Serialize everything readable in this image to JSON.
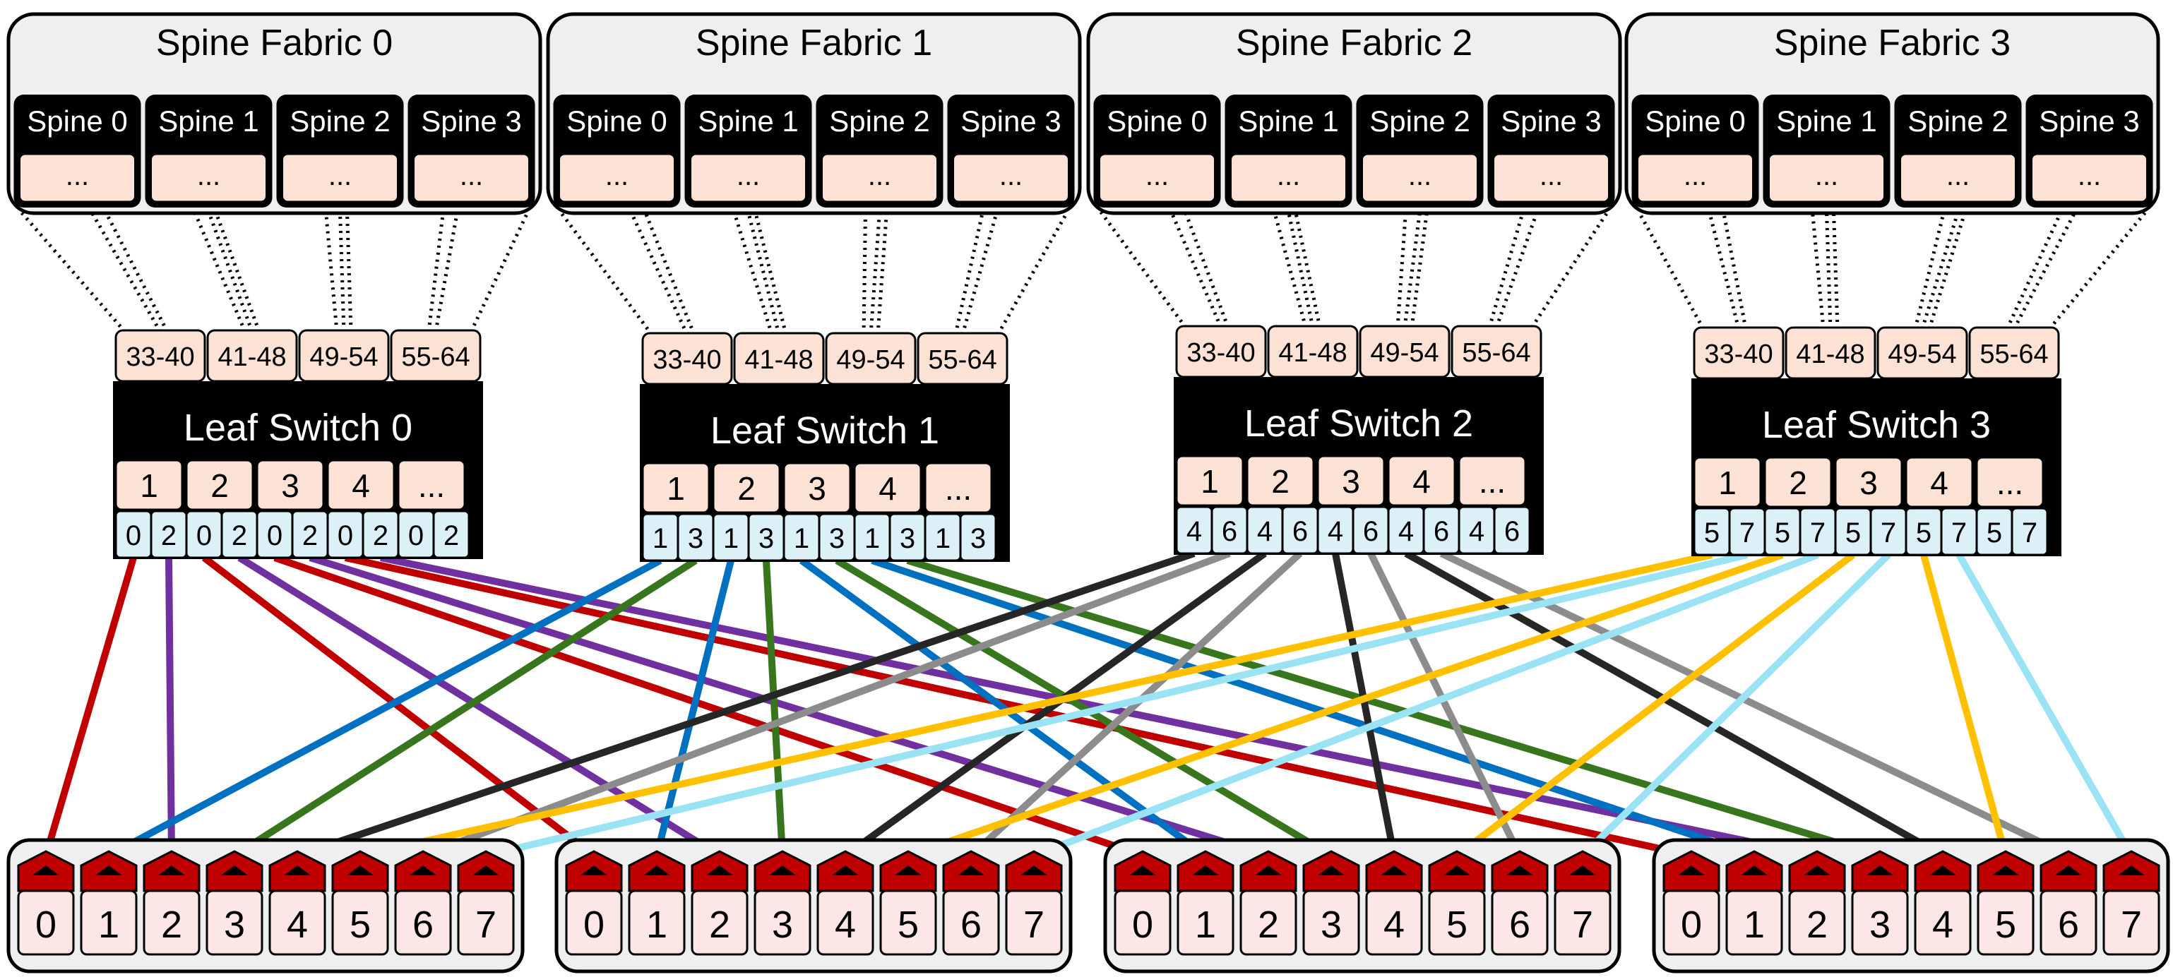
{
  "spine_fabrics": [
    {
      "title": "Spine Fabric 0",
      "spines": [
        "Spine 0",
        "Spine 1",
        "Spine 2",
        "Spine 3"
      ],
      "placeholder": "..."
    },
    {
      "title": "Spine Fabric 1",
      "spines": [
        "Spine 0",
        "Spine 1",
        "Spine 2",
        "Spine 3"
      ],
      "placeholder": "..."
    },
    {
      "title": "Spine Fabric 2",
      "spines": [
        "Spine 0",
        "Spine 1",
        "Spine 2",
        "Spine 3"
      ],
      "placeholder": "..."
    },
    {
      "title": "Spine Fabric 3",
      "spines": [
        "Spine 0",
        "Spine 1",
        "Spine 2",
        "Spine 3"
      ],
      "placeholder": "..."
    }
  ],
  "leaf_switches": [
    {
      "title": "Leaf Switch 0",
      "uplink_ports": [
        "33-40",
        "41-48",
        "49-54",
        "55-64"
      ],
      "downlink_ports": [
        "1",
        "2",
        "3",
        "4",
        "..."
      ],
      "subports": [
        "0",
        "2",
        "0",
        "2",
        "0",
        "2",
        "0",
        "2",
        "0",
        "2"
      ],
      "color": "#c00000"
    },
    {
      "title": "Leaf Switch 1",
      "uplink_ports": [
        "33-40",
        "41-48",
        "49-54",
        "55-64"
      ],
      "downlink_ports": [
        "1",
        "2",
        "3",
        "4",
        "..."
      ],
      "subports": [
        "1",
        "3",
        "1",
        "3",
        "1",
        "3",
        "1",
        "3",
        "1",
        "3"
      ],
      "color": "#0070c0"
    },
    {
      "title": "Leaf Switch 2",
      "uplink_ports": [
        "33-40",
        "41-48",
        "49-54",
        "55-64"
      ],
      "downlink_ports": [
        "1",
        "2",
        "3",
        "4",
        "..."
      ],
      "subports": [
        "4",
        "6",
        "4",
        "6",
        "4",
        "6",
        "4",
        "6",
        "4",
        "6"
      ],
      "color": "#262626"
    },
    {
      "title": "Leaf Switch 3",
      "uplink_ports": [
        "33-40",
        "41-48",
        "49-54",
        "55-64"
      ],
      "downlink_ports": [
        "1",
        "2",
        "3",
        "4",
        "..."
      ],
      "subports": [
        "5",
        "7",
        "5",
        "7",
        "5",
        "7",
        "5",
        "7",
        "5",
        "7"
      ],
      "color": "#ffc000"
    }
  ],
  "gpu_nodes": [
    {
      "gpus": [
        "0",
        "1",
        "2",
        "3",
        "4",
        "5",
        "6",
        "7"
      ]
    },
    {
      "gpus": [
        "0",
        "1",
        "2",
        "3",
        "4",
        "5",
        "6",
        "7"
      ]
    },
    {
      "gpus": [
        "0",
        "1",
        "2",
        "3",
        "4",
        "5",
        "6",
        "7"
      ]
    },
    {
      "gpus": [
        "0",
        "1",
        "2",
        "3",
        "4",
        "5",
        "6",
        "7"
      ]
    }
  ],
  "rail_colors": {
    "0": "#c00000",
    "1": "#0070c0",
    "2": "#7030a0",
    "3": "#38761d",
    "4": "#262626",
    "5": "#ffc000",
    "6": "#8c8c8c",
    "7": "#99e3f5"
  },
  "connections": [
    {
      "leaf": 0,
      "subport": 0,
      "node": 0,
      "gpu": 0
    },
    {
      "leaf": 0,
      "subport": 1,
      "node": 0,
      "gpu": 2
    },
    {
      "leaf": 0,
      "subport": 2,
      "node": 1,
      "gpu": 0
    },
    {
      "leaf": 0,
      "subport": 3,
      "node": 1,
      "gpu": 2
    },
    {
      "leaf": 0,
      "subport": 4,
      "node": 2,
      "gpu": 0
    },
    {
      "leaf": 0,
      "subport": 5,
      "node": 2,
      "gpu": 2
    },
    {
      "leaf": 0,
      "subport": 6,
      "node": 3,
      "gpu": 0
    },
    {
      "leaf": 0,
      "subport": 7,
      "node": 3,
      "gpu": 2
    },
    {
      "leaf": 1,
      "subport": 0,
      "node": 0,
      "gpu": 1
    },
    {
      "leaf": 1,
      "subport": 1,
      "node": 0,
      "gpu": 3
    },
    {
      "leaf": 1,
      "subport": 2,
      "node": 1,
      "gpu": 1
    },
    {
      "leaf": 1,
      "subport": 3,
      "node": 1,
      "gpu": 3
    },
    {
      "leaf": 1,
      "subport": 4,
      "node": 2,
      "gpu": 1
    },
    {
      "leaf": 1,
      "subport": 5,
      "node": 2,
      "gpu": 3
    },
    {
      "leaf": 1,
      "subport": 6,
      "node": 3,
      "gpu": 1
    },
    {
      "leaf": 1,
      "subport": 7,
      "node": 3,
      "gpu": 3
    },
    {
      "leaf": 2,
      "subport": 0,
      "node": 0,
      "gpu": 4
    },
    {
      "leaf": 2,
      "subport": 1,
      "node": 0,
      "gpu": 6
    },
    {
      "leaf": 2,
      "subport": 2,
      "node": 1,
      "gpu": 4
    },
    {
      "leaf": 2,
      "subport": 3,
      "node": 1,
      "gpu": 6
    },
    {
      "leaf": 2,
      "subport": 4,
      "node": 2,
      "gpu": 4
    },
    {
      "leaf": 2,
      "subport": 5,
      "node": 2,
      "gpu": 6
    },
    {
      "leaf": 2,
      "subport": 6,
      "node": 3,
      "gpu": 4
    },
    {
      "leaf": 2,
      "subport": 7,
      "node": 3,
      "gpu": 6
    },
    {
      "leaf": 3,
      "subport": 0,
      "node": 0,
      "gpu": 5
    },
    {
      "leaf": 3,
      "subport": 1,
      "node": 0,
      "gpu": 7
    },
    {
      "leaf": 3,
      "subport": 2,
      "node": 1,
      "gpu": 5
    },
    {
      "leaf": 3,
      "subport": 3,
      "node": 1,
      "gpu": 7
    },
    {
      "leaf": 3,
      "subport": 4,
      "node": 2,
      "gpu": 5
    },
    {
      "leaf": 3,
      "subport": 5,
      "node": 2,
      "gpu": 7
    },
    {
      "leaf": 3,
      "subport": 6,
      "node": 3,
      "gpu": 5
    },
    {
      "leaf": 3,
      "subport": 7,
      "node": 3,
      "gpu": 7
    }
  ]
}
